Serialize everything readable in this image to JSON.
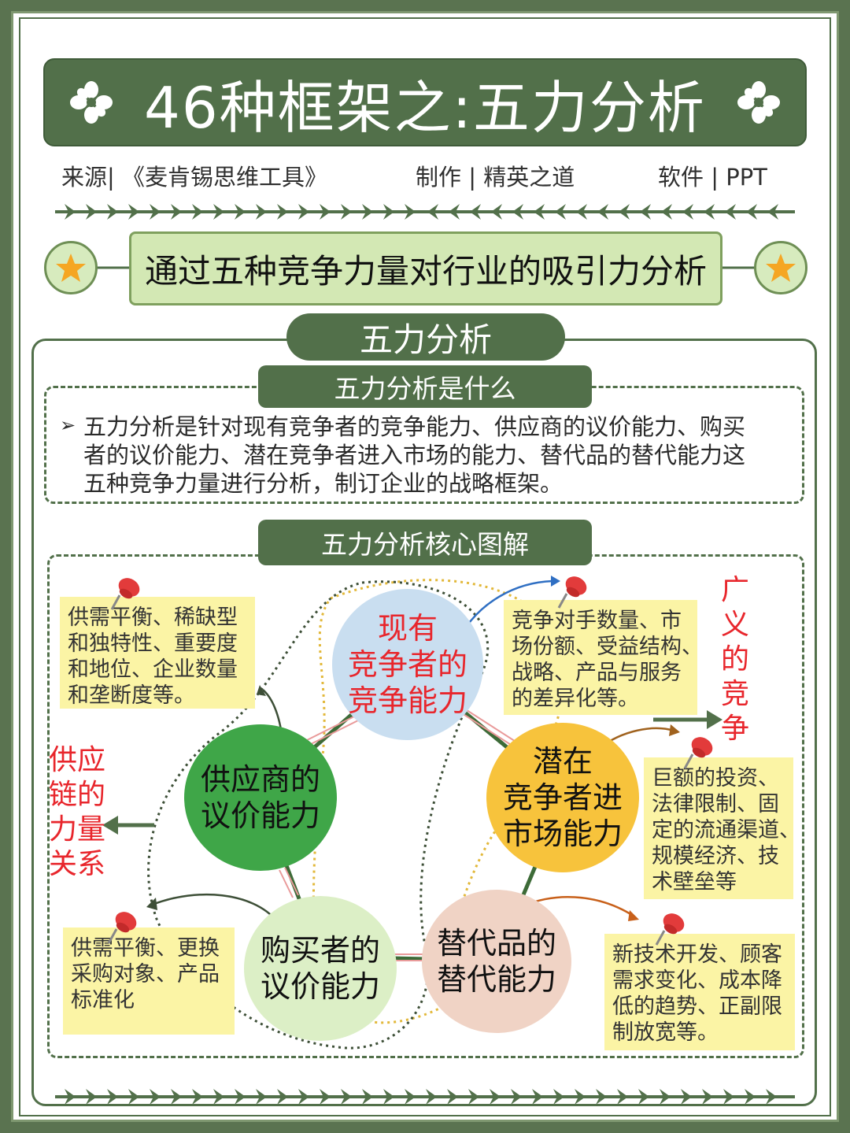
{
  "title": "46种框架之:五力分析",
  "meta": {
    "source": "来源|  《麦肯锡思维工具》",
    "made_by": "制作  | 精英之道",
    "software": "软件 | PPT"
  },
  "subtitle": "通过五种竞争力量对行业的吸引力分析",
  "main_heading": "五力分析",
  "section1": {
    "tab": "五力分析是什么",
    "bullet": "➢",
    "lines": [
      "五力分析是针对现有竞争者的竞争能力、供应商的议价能力、购买",
      "者的议价能力、潜在竞争者进入市场的能力、替代品的替代能力这",
      "五种竞争力量进行分析，制订企业的战略框架。"
    ]
  },
  "section2": {
    "tab": "五力分析核心图解",
    "circles": {
      "rivalry": [
        "现有",
        "竞争者的",
        "竞争能力"
      ],
      "supplier": [
        "供应商的",
        "议价能力"
      ],
      "entrant": [
        "潜在",
        "竞争者进",
        "市场能力"
      ],
      "buyer": [
        "购买者的",
        "议价能力"
      ],
      "substitute": [
        "替代品的",
        "替代能力"
      ]
    },
    "notes": {
      "supplier": [
        "供需平衡、稀缺型",
        "和独特性、重要度",
        "和地位、企业数量",
        "和垄断度等。"
      ],
      "rivalry": [
        "竞争对手数量、市",
        "场份额、受益结构、",
        "战略、产品与服务",
        "的差异化等。"
      ],
      "entrant": [
        "巨额的投资、",
        "法律限制、固",
        "定的流通渠道、",
        "规模经济、技",
        "术壁垒等"
      ],
      "buyer": [
        "供需平衡、更换",
        "采购对象、产品",
        "标准化"
      ],
      "substitute": [
        "新技术开发、顾客",
        "需求变化、成本降",
        "低的趋势、正副限",
        "制放宽等。"
      ]
    },
    "side_labels": {
      "broad_competition": [
        "广",
        "义",
        "的",
        "竞",
        "争"
      ],
      "supply_chain": [
        "供应",
        "链的",
        "力量",
        "关系"
      ]
    }
  },
  "colors": {
    "dark_green": "#52704a",
    "light_green": "#d3e8b4",
    "sticky_yellow": "#fbf4a5",
    "rivalry_circle": "#c9def0",
    "supplier_circle": "#3fa648",
    "entrant_circle": "#f7c33c",
    "buyer_circle": "#dcefc6",
    "substitute_circle": "#f0d3c5",
    "accent_red": "#e8262c"
  }
}
